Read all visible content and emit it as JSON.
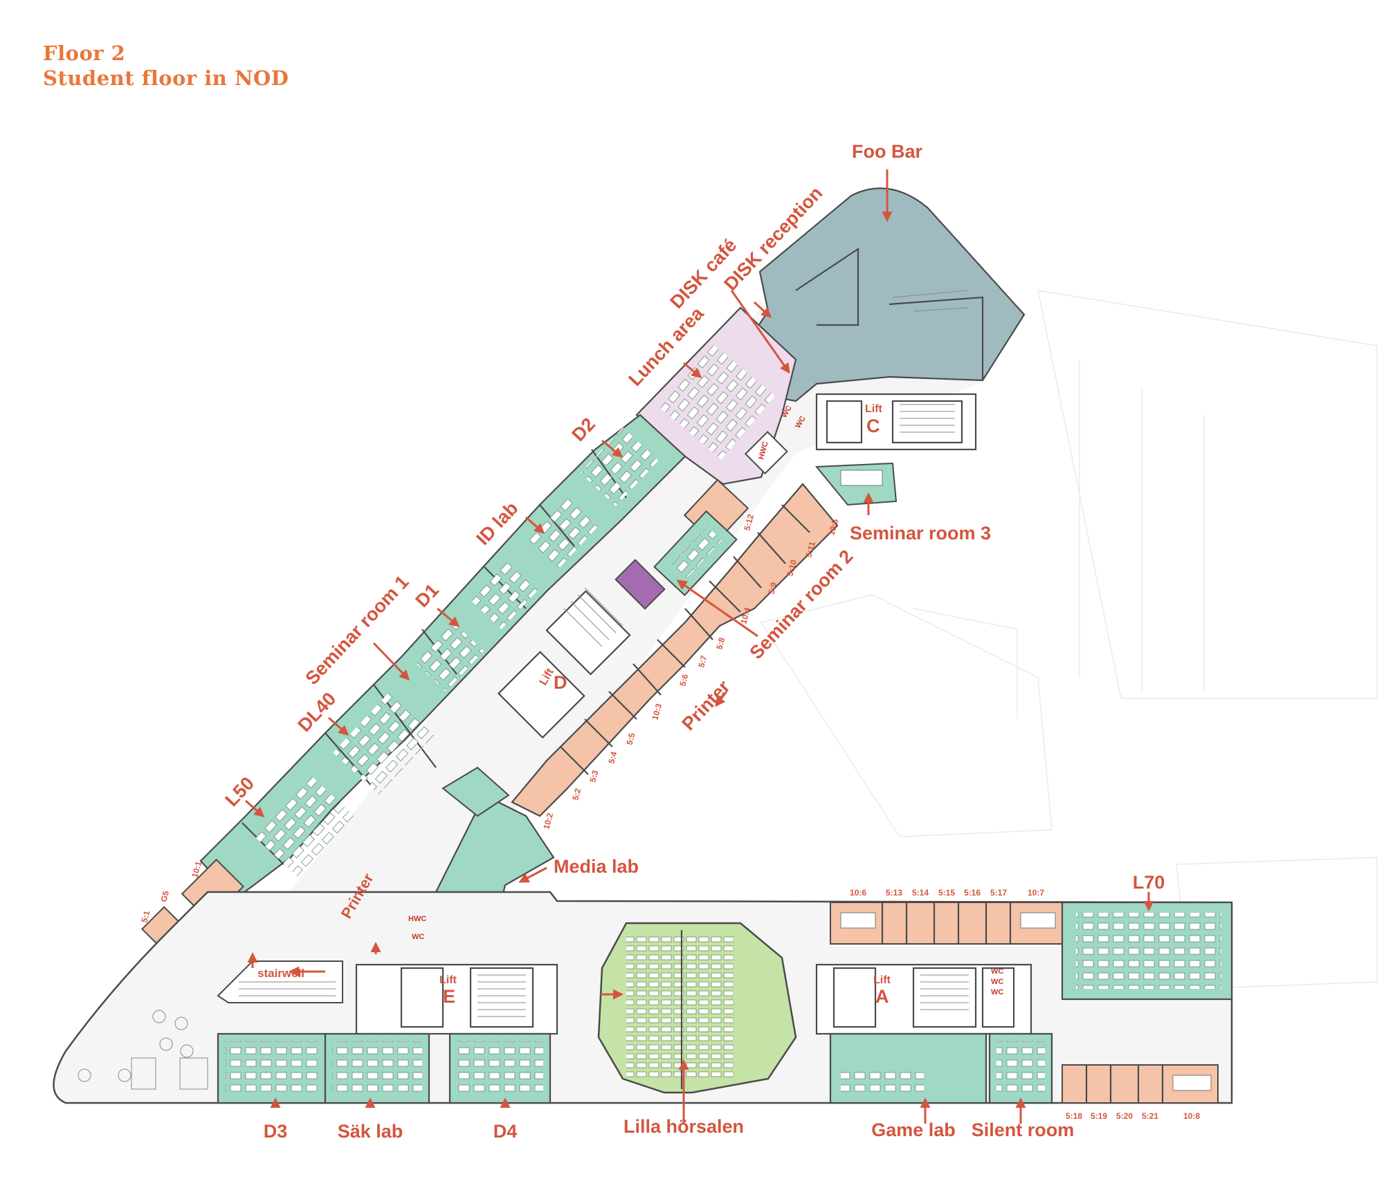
{
  "header": {
    "line1": "Floor 2",
    "line2": "Student floor in NOD"
  },
  "colors": {
    "title": "#e8773a",
    "label": "#d4553e",
    "classroom": "#9fd8c3",
    "group_room": "#f4c3a8",
    "foo_bar": "#a0bbc0",
    "lunch": "#eddcec",
    "lecture_hall": "#c5e3a6",
    "printer": "#a56bb0"
  },
  "labels": {
    "foo_bar": "Foo Bar",
    "disk_reception": "DISK reception",
    "disk_cafe": "DISK café",
    "lunch_area": "Lunch area",
    "d2": "D2",
    "id_lab": "ID lab",
    "d1": "D1",
    "seminar_room_1": "Seminar room 1",
    "dl40": "DL40",
    "l50": "L50",
    "seminar_room_2": "Seminar room 2",
    "seminar_room_3": "Seminar room 3",
    "printer_upper": "Printer",
    "printer_lower": "Printer",
    "media_lab": "Media lab",
    "l70": "L70",
    "d3": "D3",
    "sak_lab": "Säk lab",
    "d4": "D4",
    "lilla_horsalen": "Lilla hörsalen",
    "game_lab": "Game lab",
    "silent_room": "Silent room",
    "stairwell": "stairwell",
    "lift_a": "Lift",
    "lift_a_letter": "A",
    "lift_c": "Lift",
    "lift_c_letter": "C",
    "lift_d": "Lift",
    "lift_d_letter": "D",
    "lift_e": "Lift",
    "lift_e_letter": "E",
    "hwc_upper": "HWC",
    "hwc_lower": "HWC",
    "wc_c1": "WC",
    "wc_c2": "WC",
    "wc_lower": "WC",
    "wc_a1": "WC",
    "wc_a2": "WC",
    "wc_a3": "WC"
  },
  "room_numbers": {
    "r5_1": "5:1",
    "g5": "G5",
    "r10_1": "10:1",
    "r10_2": "10:2",
    "r5_2": "5:2",
    "r5_3": "5:3",
    "r5_4": "5:4",
    "r5_5": "5:5",
    "r10_3": "10:3",
    "r5_6": "5:6",
    "r5_7": "5:7",
    "r5_8": "5:8",
    "r10_4": "10:4",
    "r5_9": "5:9",
    "r5_10": "5:10",
    "r5_11": "5:11",
    "r10_5": "10:5",
    "r5_12": "5:12",
    "r10_6": "10:6",
    "r5_13": "5:13",
    "r5_14": "5:14",
    "r5_15": "5:15",
    "r5_16": "5:16",
    "r5_17": "5:17",
    "r10_7": "10:7",
    "r5_18": "5:18",
    "r5_19": "5:19",
    "r5_20": "5:20",
    "r5_21": "5:21",
    "r10_8": "10:8"
  }
}
